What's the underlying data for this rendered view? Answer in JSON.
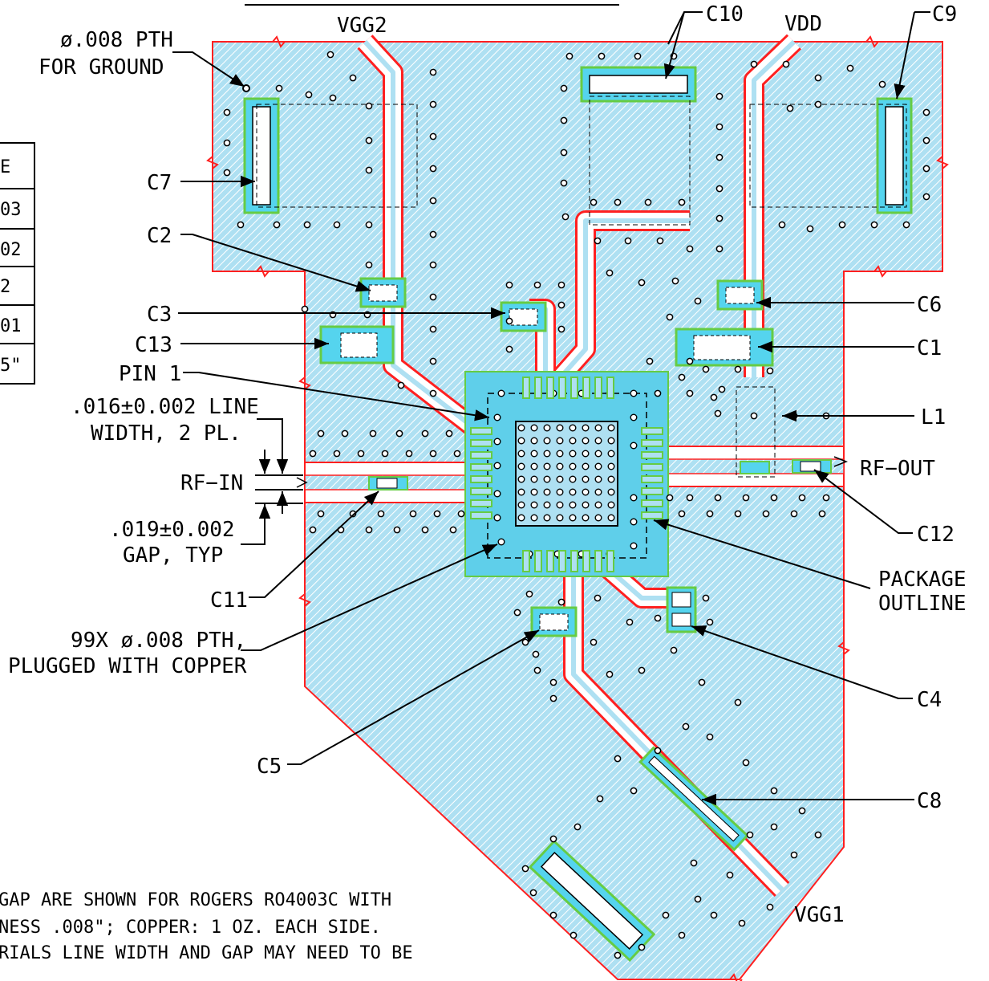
{
  "labels": {
    "vgg2": "VGG2",
    "vdd": "VDD",
    "vgg1": "VGG1",
    "c1": "C1",
    "c2": "C2",
    "c3": "C3",
    "c4": "C4",
    "c5": "C5",
    "c6": "C6",
    "c7": "C7",
    "c8": "C8",
    "c9": "C9",
    "c10": "C10",
    "c11": "C11",
    "c12": "C12",
    "c13": "C13",
    "l1": "L1",
    "rf_in": "RF−IN",
    "rf_out": "RF−OUT",
    "pin1": "PIN 1",
    "pth_ground_1": "ø.008 PTH",
    "pth_ground_2": "FOR GROUND",
    "line_width_1": ".016±0.002 LINE",
    "line_width_2": "WIDTH, 2 PL.",
    "gap_1": ".019±0.002",
    "gap_2": "GAP, TYP",
    "pth_99_1": "99X ø.008 PTH,",
    "pth_99_2": "PLUGGED WITH COPPER",
    "package_1": "PACKAGE",
    "package_2": "OUTLINE"
  },
  "table_fragments": [
    "E",
    "03",
    "02",
    "2",
    "01",
    "5\""
  ],
  "notes": [
    "GAP ARE SHOWN FOR ROGERS RO4003C WITH",
    "NESS .008\"; COPPER: 1 OZ. EACH SIDE.",
    "RIALS LINE WIDTH AND GAP MAY NEED TO BE"
  ],
  "colors": {
    "board_fill": "#a8ddf0",
    "board_outline": "#ff2020",
    "pad_green": "#66cc44",
    "pad_cyan": "#55d4ee",
    "trace_red": "#ff2020"
  }
}
